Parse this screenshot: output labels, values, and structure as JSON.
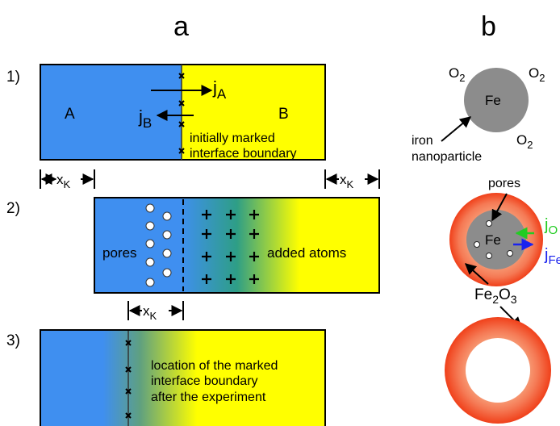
{
  "panel_a": {
    "label": "a",
    "rows": {
      "r1": {
        "label": "1)",
        "A": "A",
        "B": "B",
        "jA_main": "j",
        "jA_sub": "A",
        "jB_main": "j",
        "jB_sub": "B",
        "note_line1": "initially marked",
        "note_line2": "interface boundary"
      },
      "xk_main": "x",
      "xk_sub": "K",
      "r2": {
        "label": "2)",
        "pores": "pores",
        "added": "added atoms"
      },
      "r3": {
        "label": "3)",
        "line1": "location of the marked",
        "line2": "interface boundary",
        "line3": "after the experiment"
      }
    }
  },
  "panel_b": {
    "label": "b",
    "o2_main": "O",
    "o2_sub": "2",
    "fe": "Fe",
    "iron_line1": "iron",
    "iron_line2": "nanoparticle",
    "pores": "pores",
    "jO_main": "j",
    "jO_sub": "O",
    "jFe_main": "j",
    "jFe_sub": "Fe",
    "fe2o3_main": "Fe",
    "fe2o3_sub1": "2",
    "fe2o3_mid": "O",
    "fe2o3_sub2": "3"
  },
  "colors": {
    "blue": "#3f8ff0",
    "yellow": "#ffff00",
    "green_mix": "#2e9e86",
    "iron_gray": "#8c8c8c",
    "oxide_red": "#f0401a",
    "oxide_orange": "#f7a07a",
    "arrow_green": "#22cc22",
    "arrow_blue": "#1a22ee"
  }
}
